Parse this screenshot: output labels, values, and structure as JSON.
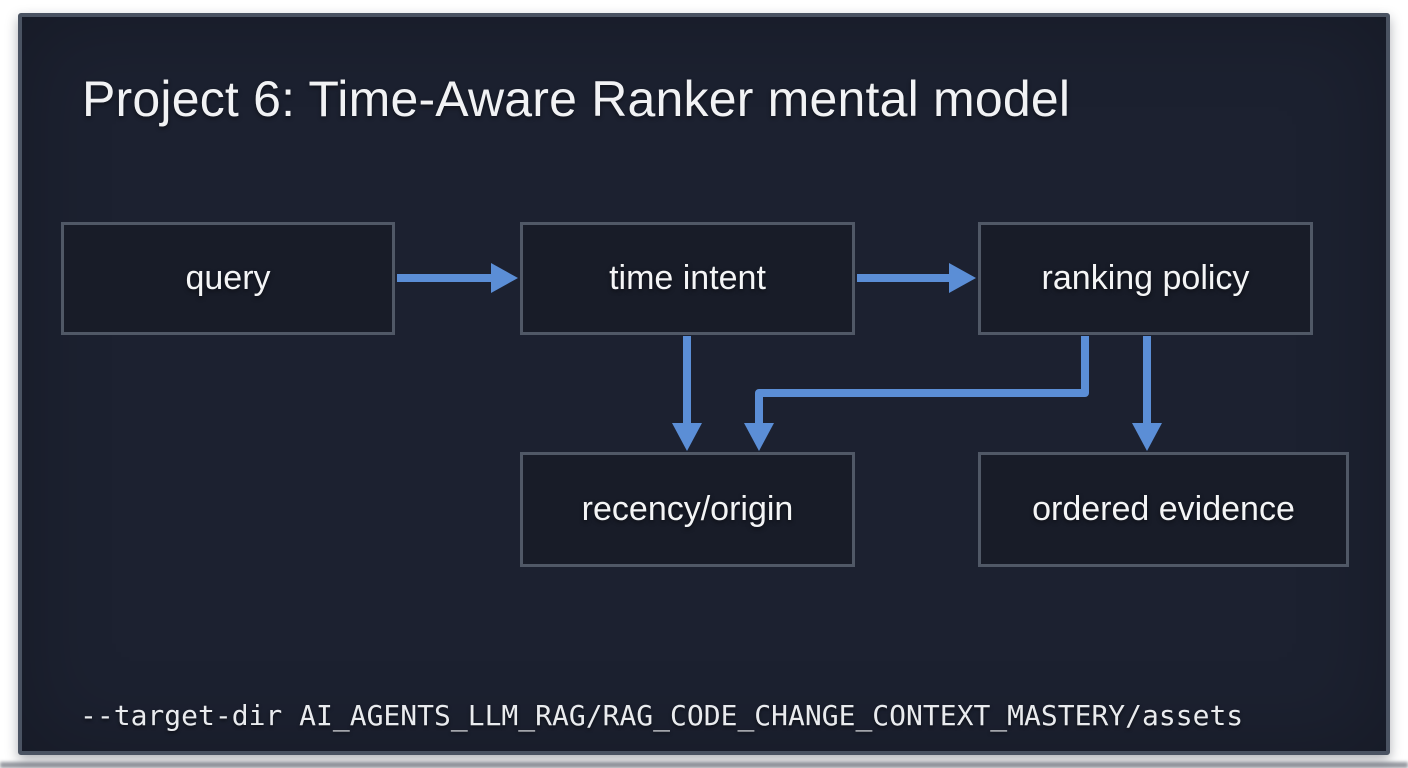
{
  "title": "Project 6: Time-Aware Ranker mental model",
  "diagram": {
    "nodes": [
      {
        "id": "query",
        "label": "query"
      },
      {
        "id": "time-intent",
        "label": "time intent"
      },
      {
        "id": "ranking-policy",
        "label": "ranking policy"
      },
      {
        "id": "recency-origin",
        "label": "recency/origin"
      },
      {
        "id": "ordered-evidence",
        "label": "ordered evidence"
      }
    ],
    "edges": [
      {
        "from": "query",
        "to": "time-intent",
        "style": "straight-right"
      },
      {
        "from": "time-intent",
        "to": "ranking-policy",
        "style": "straight-right"
      },
      {
        "from": "time-intent",
        "to": "recency-origin",
        "style": "straight-down"
      },
      {
        "from": "ranking-policy",
        "to": "recency-origin",
        "style": "elbow-down-left-down"
      },
      {
        "from": "ranking-policy",
        "to": "ordered-evidence",
        "style": "straight-down"
      }
    ]
  },
  "footer": {
    "command": "--target-dir AI_AGENTS_LLM_RAG/RAG_CODE_CHANGE_CONTEXT_MASTERY/assets"
  },
  "colors": {
    "page-bg": "#ffffff",
    "panel-bg": "#1c2130",
    "panel-border": "#4a5362",
    "node-bg": "#181c28",
    "node-border": "#505866",
    "arrow": "#5b8ed6",
    "title-text": "#f1f2f4",
    "node-text": "#f4f5f6",
    "command-text": "#e9ebee"
  }
}
